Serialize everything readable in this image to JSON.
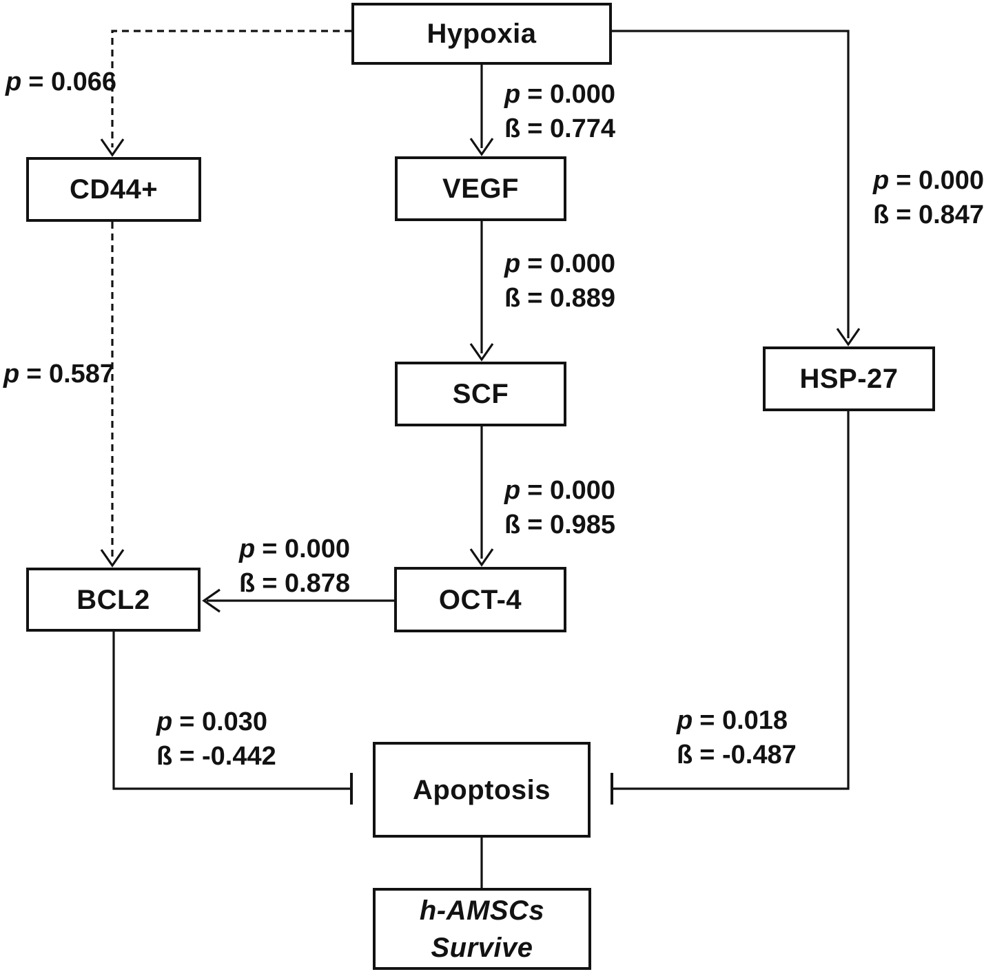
{
  "figure": {
    "background_color": "#ffffff",
    "line_color": "#121212"
  },
  "nodes": {
    "hypoxia": {
      "label": "Hypoxia"
    },
    "cd44": {
      "label": "CD44+"
    },
    "vegf": {
      "label": "VEGF"
    },
    "hsp27": {
      "label": "HSP-27"
    },
    "scf": {
      "label": "SCF"
    },
    "oct4": {
      "label": "OCT-4"
    },
    "bcl2": {
      "label": "BCL2"
    },
    "apoptosis": {
      "label": "Apoptosis"
    },
    "survive": {
      "line1": "h-AMSCs",
      "line2": "Survive"
    }
  },
  "edges": {
    "hypoxia_cd44": {
      "style": "dashed-arrow",
      "p_var": "p",
      "p_val": "= 0.066"
    },
    "hypoxia_vegf": {
      "style": "solid-arrow",
      "p_var": "p",
      "p_val": "= 0.000",
      "b_var": "ß",
      "b_val": "= 0.774"
    },
    "hypoxia_hsp27": {
      "style": "solid-arrow",
      "p_var": "p",
      "p_val": "= 0.000",
      "b_var": "ß",
      "b_val": "= 0.847"
    },
    "vegf_scf": {
      "style": "solid-arrow",
      "p_var": "p",
      "p_val": "= 0.000",
      "b_var": "ß",
      "b_val": "= 0.889"
    },
    "scf_oct4": {
      "style": "solid-arrow",
      "p_var": "p",
      "p_val": "= 0.000",
      "b_var": "ß",
      "b_val": "= 0.985"
    },
    "oct4_bcl2": {
      "style": "solid-arrow",
      "p_var": "p",
      "p_val": "= 0.000",
      "b_var": "ß",
      "b_val": "= 0.878"
    },
    "cd44_bcl2": {
      "style": "dashed-arrow",
      "p_var": "p",
      "p_val": "= 0.587"
    },
    "bcl2_apoptosis": {
      "style": "inhibition",
      "p_var": "p",
      "p_val": "= 0.030",
      "b_var": "ß",
      "b_val": "= -0.442"
    },
    "hsp27_apoptosis": {
      "style": "inhibition",
      "p_var": "p",
      "p_val": "= 0.018",
      "b_var": "ß",
      "b_val": "= -0.487"
    },
    "apoptosis_survive": {
      "style": "plain-line"
    }
  }
}
